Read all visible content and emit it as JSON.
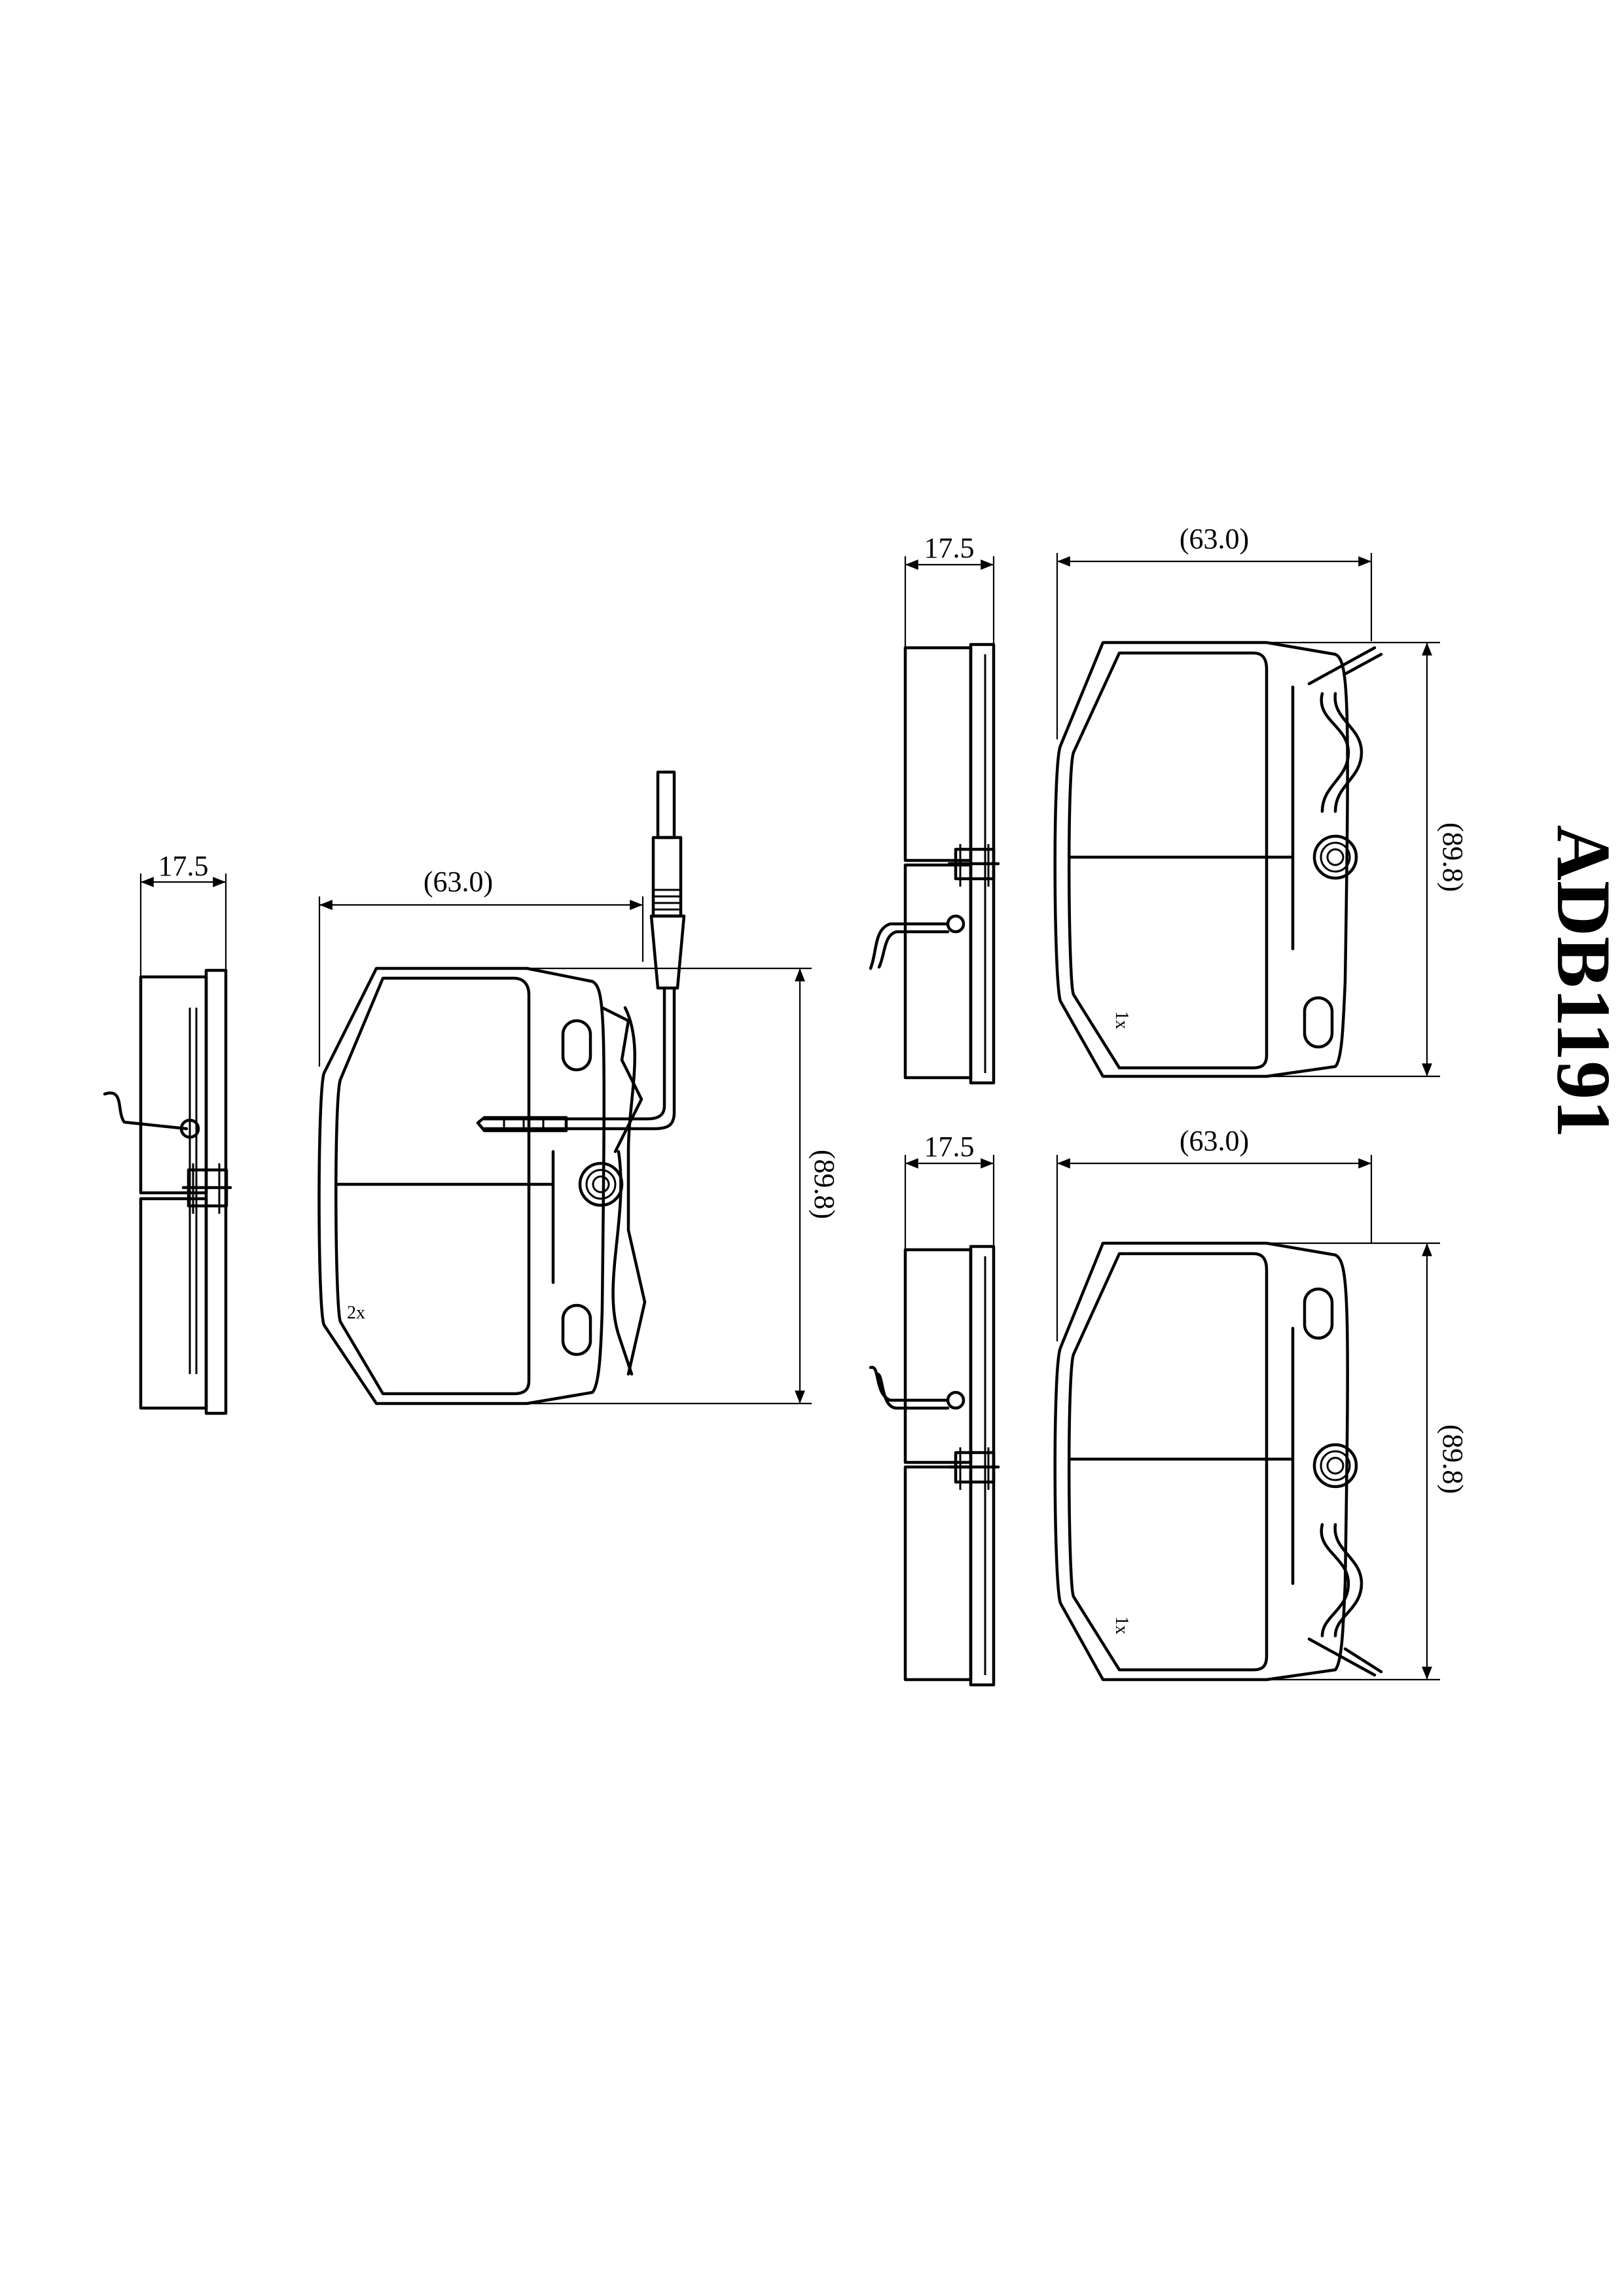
{
  "part_number": "ADB1191",
  "views": [
    {
      "thickness": "17.5",
      "width": "(63.0)",
      "height": "(89.8)",
      "quantity": "2x"
    },
    {
      "thickness": "17.5",
      "width": "(63.0)",
      "height": "(89.8)",
      "quantity": "1x"
    },
    {
      "thickness": "17.5",
      "width": "(63.0)",
      "height": "(89.8)",
      "quantity": "1x"
    }
  ]
}
